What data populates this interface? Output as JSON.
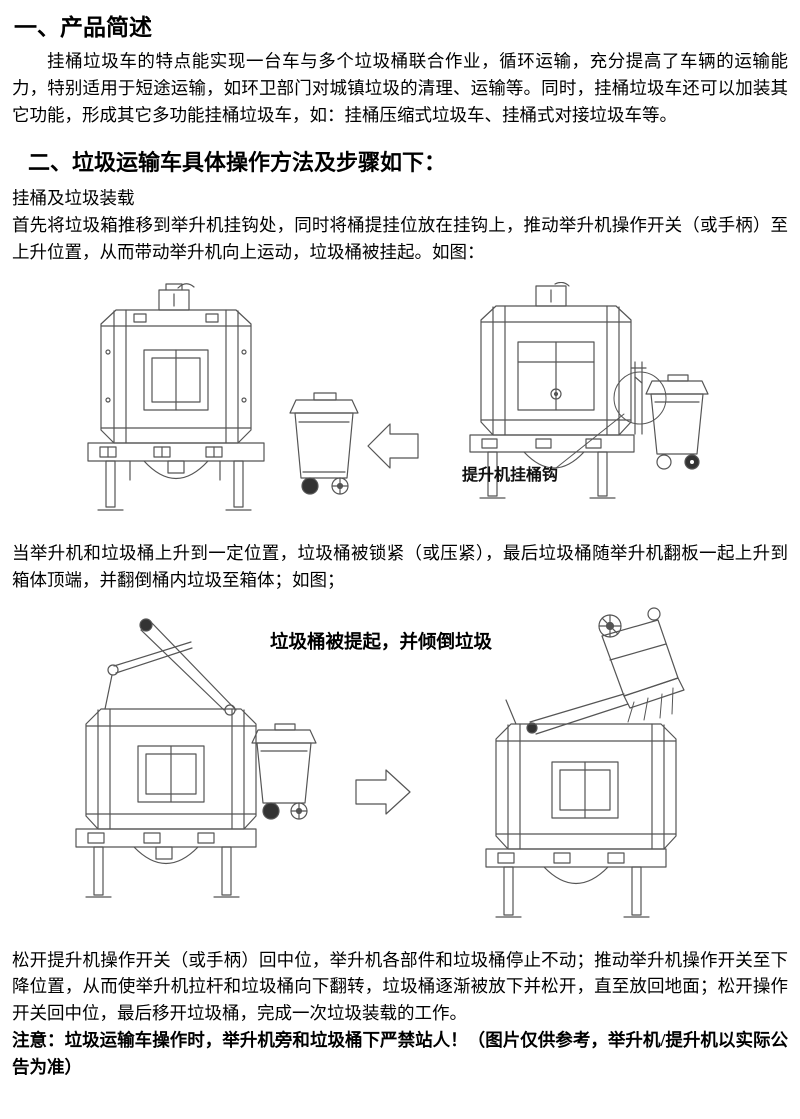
{
  "doc": {
    "section1": {
      "title": "一、产品简述",
      "body": "挂桶垃圾车的特点能实现一台车与多个垃圾桶联合作业，循环运输，充分提高了车辆的运输能力，特别适用于短途运输，如环卫部门对城镇垃圾的清理、运输等。同时，挂桶垃圾车还可以加装其它功能，形成其它多功能挂桶垃圾车，如：挂桶压缩式垃圾车、挂桶式对接垃圾车等。"
    },
    "section2": {
      "title": "二、垃圾运输车具体操作方法及步骤如下：",
      "subheading": "挂桶及垃圾装载",
      "para_hook": "首先将垃圾箱推移到举升机挂钩处，同时将桶提挂位放在挂钩上，推动举升机操作开关（或手柄）至上升位置，从而带动举升机向上运动，垃圾桶被挂起。如图：",
      "para_lift": "当举升机和垃圾桶上升到一定位置，垃圾桶被锁紧（或压紧），最后垃圾桶随举升机翻板一起上升到箱体顶端，并翻倒桶内垃圾至箱体；如图；",
      "para_lower": "松开提升机操作开关（或手柄）回中位，举升机各部件和垃圾桶停止不动；推动举升机操作开关至下降位置，从而使举升机拉杆和垃圾桶向下翻转，垃圾桶逐渐被放下并松开，直至放回地面；松开操作开关回中位，最后移开垃圾桶，完成一次垃圾装载的工作。",
      "note": "注意：垃圾运输车操作时，举升机旁和垃圾桶下严禁站人！（图片仅供参考，举升机/提升机以实际公告为准）"
    },
    "figures": {
      "hook_label": "提升机挂桶钩",
      "lift_label": "垃圾桶被提起，并倾倒垃圾"
    },
    "colors": {
      "text": "#000000",
      "line": "#555555"
    }
  }
}
